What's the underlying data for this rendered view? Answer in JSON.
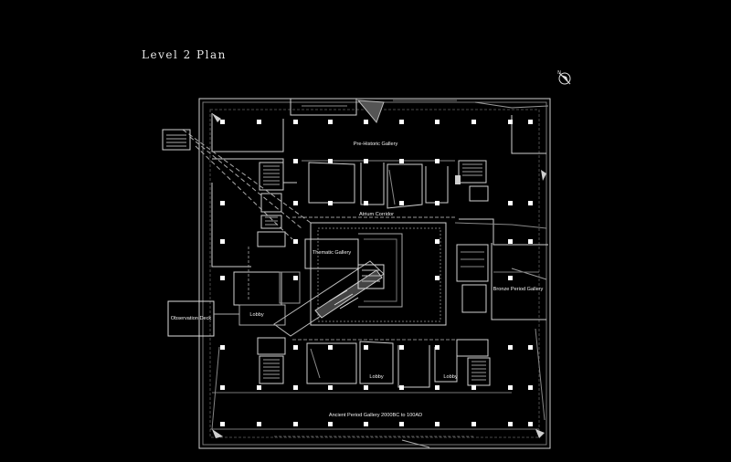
{
  "title": "Level 2  Plan",
  "north_label": "N",
  "rooms": {
    "prehistoric": "Pre-Historic Gallery",
    "atrium": "Atrium Corridor",
    "thematic": "Thematic Gallery",
    "bronze": "Bronze Period Gallery",
    "observation": "Observation Deck",
    "lobby_west": "Lobby",
    "lobby_center": "Lobby",
    "lobby_east": "Lobby",
    "ancient": "Ancient Period Gallery 2000BC to 100AD"
  },
  "colors": {
    "background": "#000000",
    "linework": "#d9d9d9",
    "columns": "#ffffff"
  }
}
